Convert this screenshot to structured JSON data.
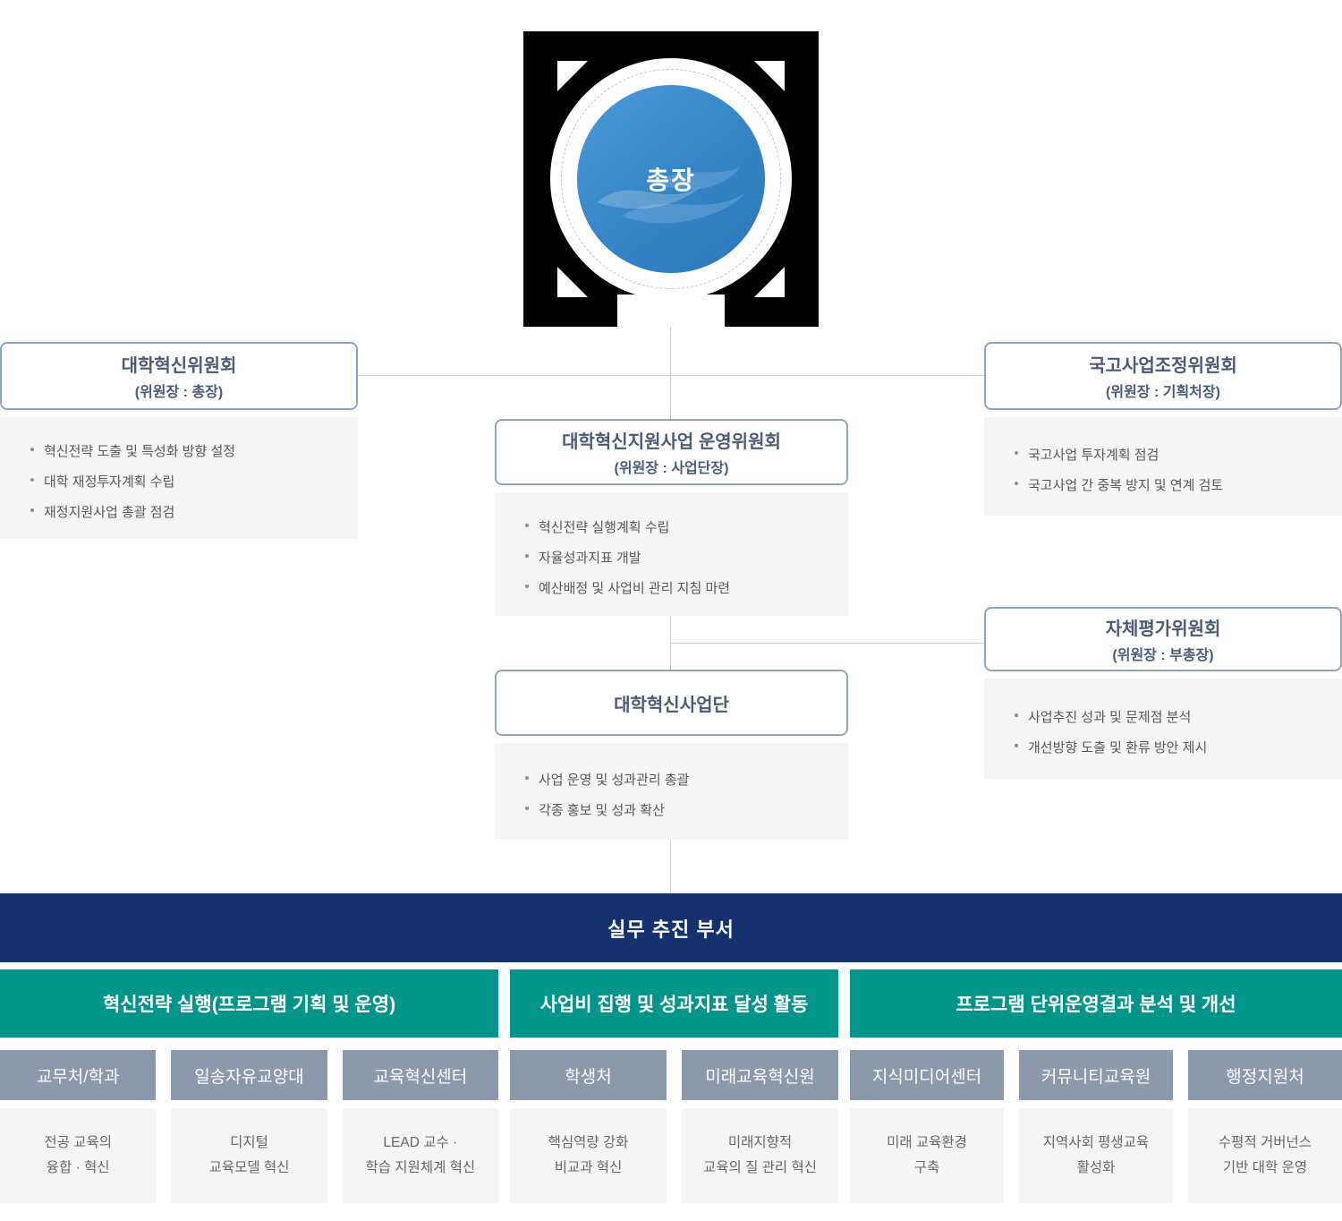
{
  "colors": {
    "navy": "#14336e",
    "teal": "#00948a",
    "dept_header_gray": "#8b99ad",
    "panel_gray": "#f5f5f6",
    "box_border": "#93a5bb",
    "title_text": "#4a5b74",
    "circle_blue_start": "#4e9ad8",
    "circle_blue_end": "#2a76ba"
  },
  "president": {
    "label": "총장"
  },
  "committees": {
    "innovation": {
      "title": "대학혁신위원회",
      "chair": "(위원장 : 총장)",
      "items": [
        "혁신전략 도출 및 특성화 방향 설정",
        "대학 재정투자계획 수립",
        "재정지원사업 총괄 점검"
      ]
    },
    "national": {
      "title": "국고사업조정위원회",
      "chair": "(위원장 : 기획처장)",
      "items": [
        "국고사업 투자계획 점검",
        "국고사업 간 중복 방지 및 연계 검토"
      ]
    },
    "operating": {
      "title": "대학혁신지원사업 운영위원회",
      "chair": "(위원장 : 사업단장)",
      "items": [
        "혁신전략 실행계획 수립",
        "자율성과지표 개발",
        "예산배정 및 사업비 관리 지침 마련"
      ]
    },
    "self_eval": {
      "title": "자체평가위원회",
      "chair": "(위원장 : 부총장)",
      "items": [
        "사업추진 성과 및 문제점 분석",
        "개선방향 도출 및 환류 방안 제시"
      ]
    },
    "task_force": {
      "title": "대학혁신사업단",
      "items": [
        "사업 운영 및 성과관리 총괄",
        "각종 홍보 및 성과 확산"
      ]
    }
  },
  "banner": {
    "label": "실무 추진 부서"
  },
  "groups": [
    {
      "header": "혁신전략 실행(프로그램 기획 및 운영)",
      "departments": [
        {
          "name": "교무처/학과",
          "lines": [
            "전공 교육의",
            "융합 · 혁신"
          ]
        },
        {
          "name": "일송자유교양대",
          "lines": [
            "디지털",
            "교육모델 혁신"
          ]
        },
        {
          "name": "교육혁신센터",
          "lines": [
            "LEAD 교수 ·",
            "학습 지원체계 혁신"
          ]
        }
      ]
    },
    {
      "header": "사업비 집행 및 성과지표 달성 활동",
      "departments": [
        {
          "name": "학생처",
          "lines": [
            "핵심역량 강화",
            "비교과 혁신"
          ]
        },
        {
          "name": "미래교육혁신원",
          "lines": [
            "미래지향적",
            "교육의 질 관리 혁신"
          ]
        }
      ]
    },
    {
      "header": "프로그램 단위운영결과 분석 및 개선",
      "departments": [
        {
          "name": "지식미디어센터",
          "lines": [
            "미래 교육환경",
            "구축"
          ]
        },
        {
          "name": "커뮤니티교육원",
          "lines": [
            "지역사회 평생교육",
            "활성화"
          ]
        },
        {
          "name": "행정지원처",
          "lines": [
            "수평적 거버넌스",
            "기반 대학 운영"
          ]
        }
      ]
    }
  ]
}
